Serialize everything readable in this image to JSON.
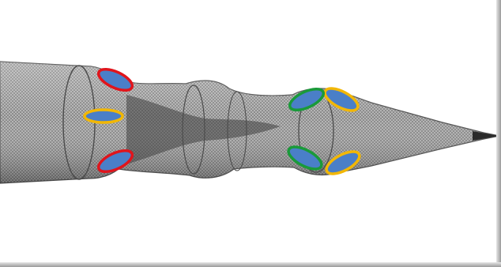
{
  "image": {
    "subject": "net-mesh-funnel",
    "markers": [
      {
        "name": "red-marker",
        "color": "#e0151c",
        "fill": "#4a7fc8"
      },
      {
        "name": "yellow-marker",
        "color": "#f2b705",
        "fill": "#4a7fc8"
      },
      {
        "name": "green-marker",
        "color": "#1a9a3a",
        "fill": "#4a7fc8"
      }
    ],
    "colors": {
      "mesh_dark": "#3a3a3a",
      "mesh_mid": "#8a8a8a",
      "mesh_light": "#c8c8c8",
      "background": "#ffffff"
    }
  }
}
